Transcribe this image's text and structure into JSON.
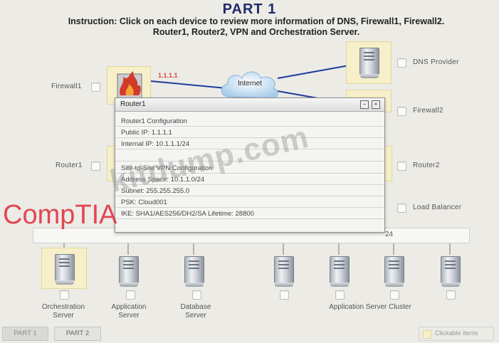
{
  "header": {
    "title": "PART 1",
    "instruction_line1": "Instruction: Click on each device to review more information of DNS, Firewall1, Firewall2.",
    "instruction_line2": "Router1, Router2, VPN and Orchestration Server."
  },
  "devices": {
    "firewall1": "Firewall1",
    "router1": "Router1",
    "dns_provider": "DNS Provider",
    "firewall2": "Firewall2",
    "router2": "Router2",
    "load_balancer": "Load Balancer",
    "orchestration_server_l1": "Orchestration",
    "orchestration_server_l2": "Server",
    "application_server_l1": "Application",
    "application_server_l2": "Server",
    "database_server_l1": "Database",
    "database_server_l2": "Server",
    "app_cluster": "Application Server Cluster"
  },
  "network": {
    "firewall1_ip": "1.1.1.1",
    "internet_label": "Internet",
    "bar_fragment": "24"
  },
  "popup": {
    "title": "Router1",
    "minimize": "−",
    "close": "×",
    "line1": "Router1 Configuration",
    "line2": "Public IP: 1.1.1.1",
    "line3": "Internal IP: 10.1.1.1/24",
    "line4": "Site-to-Site VPN Configuration",
    "line5": "Address Space: 10.1.1.0/24",
    "line6": "Subnet: 255.255.255.0",
    "line7": "PSK: Cloud001",
    "line8": "IKE: SHA1/AES256/DH2/SA Lifetime: 28800"
  },
  "tabs": {
    "part1": "PART 1",
    "part2": "PART 2"
  },
  "legend": {
    "text": "Clickable items"
  },
  "watermarks": {
    "dump": "kitdump.com",
    "comptia": "CompTIA"
  },
  "colors": {
    "title": "#1f2a6b",
    "highlight": "#f6efc9",
    "firewall": "#d23b2a",
    "link": "#1f3c9c"
  }
}
